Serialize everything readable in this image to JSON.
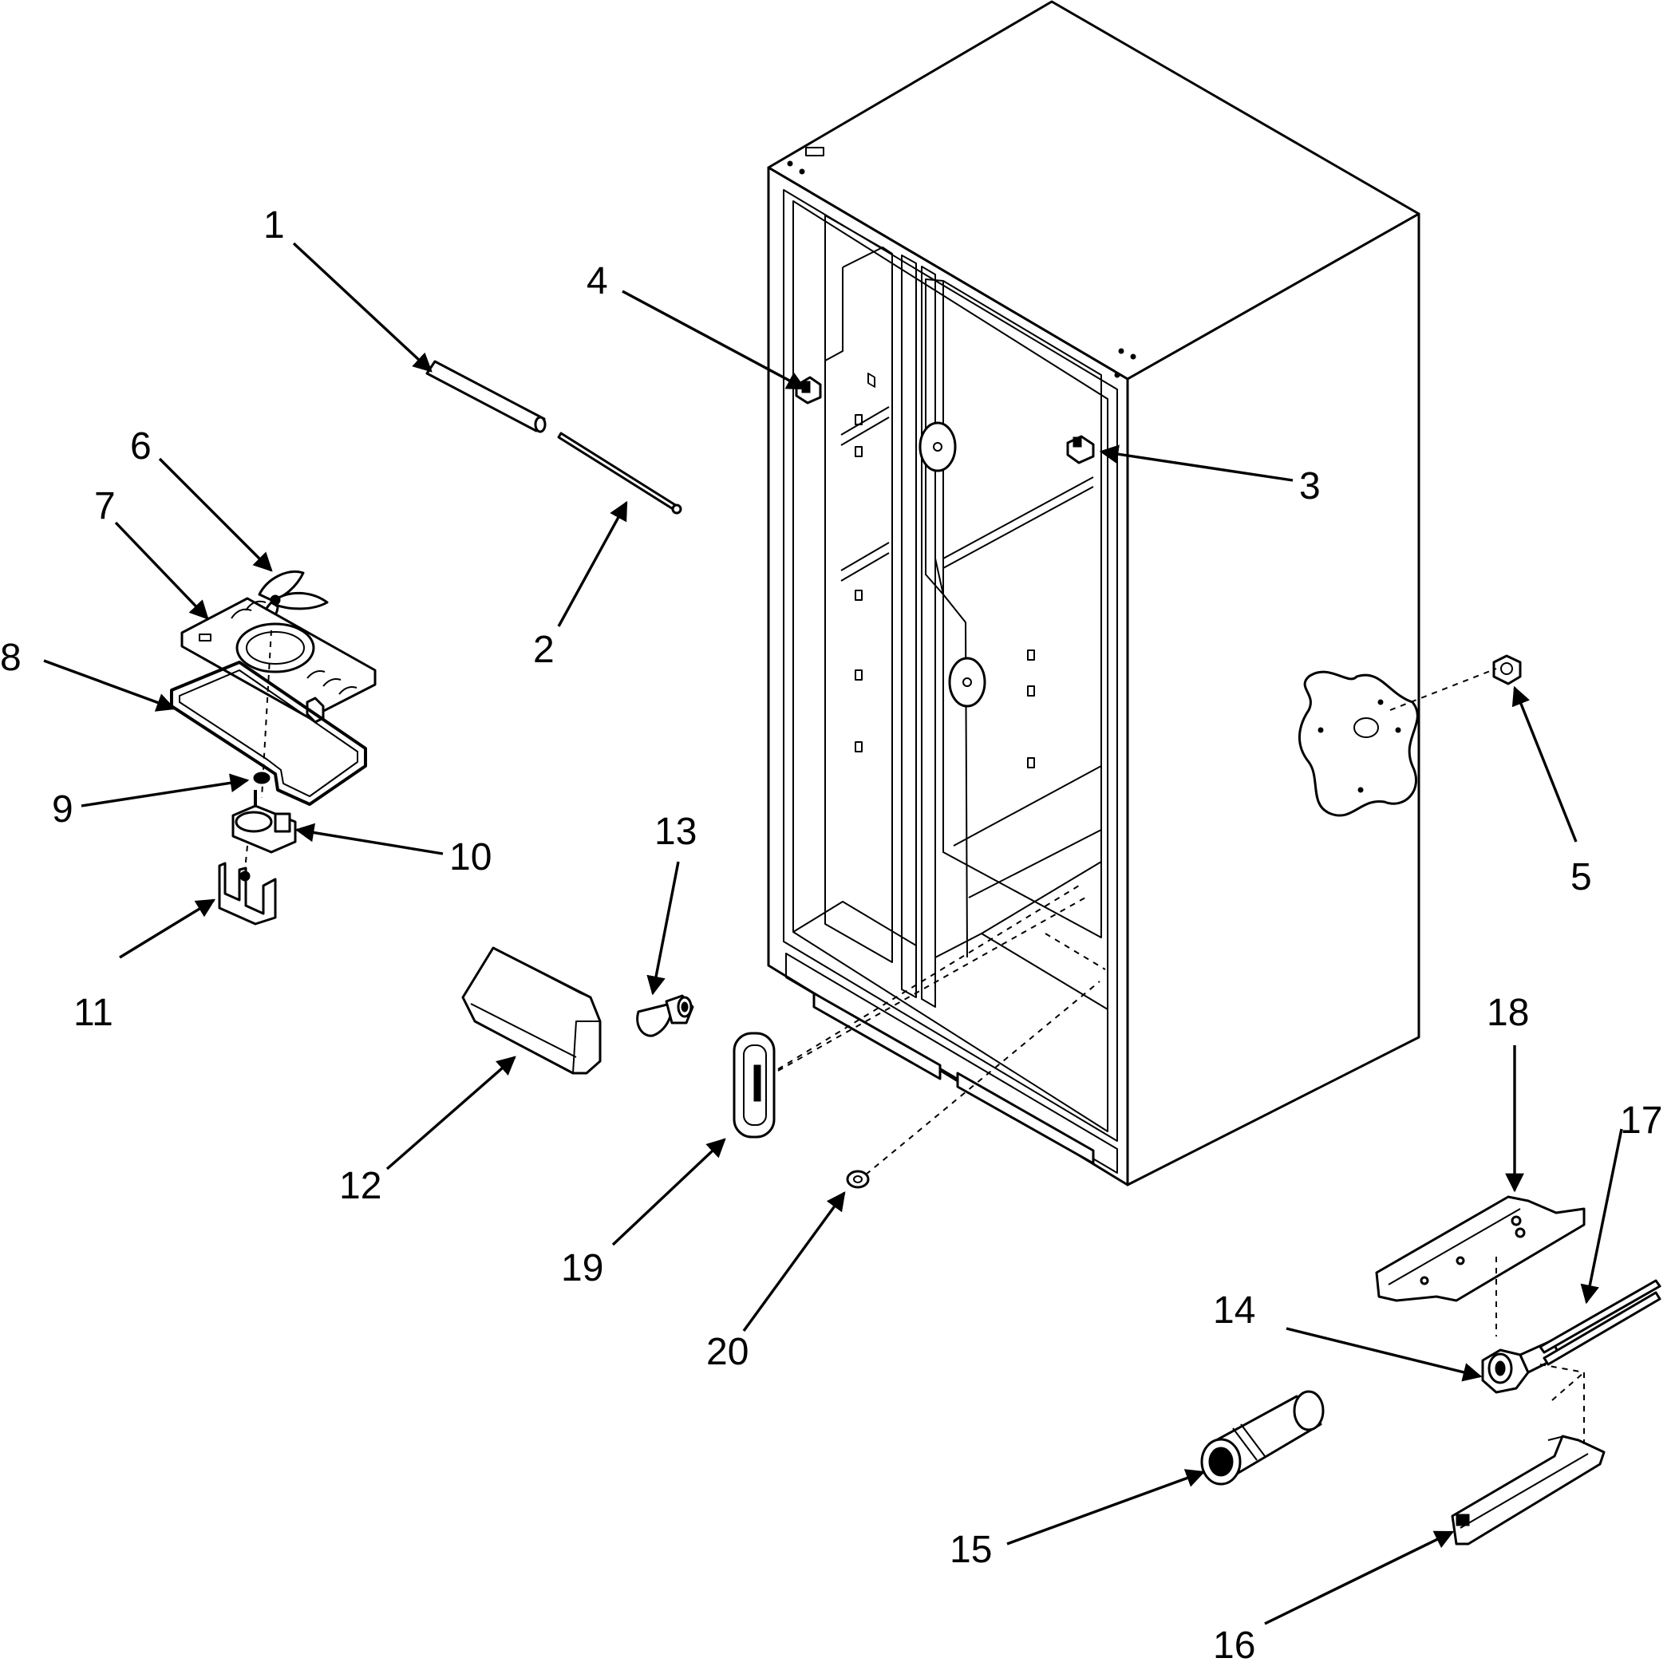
{
  "colors": {
    "line": "#000000",
    "background": "#ffffff",
    "shade": "#dcdcdc"
  },
  "callouts": [
    {
      "id": "1",
      "label": "1"
    },
    {
      "id": "2",
      "label": "2"
    },
    {
      "id": "3",
      "label": "3"
    },
    {
      "id": "4",
      "label": "4"
    },
    {
      "id": "5",
      "label": "5"
    },
    {
      "id": "6",
      "label": "6"
    },
    {
      "id": "7",
      "label": "7"
    },
    {
      "id": "8",
      "label": "8"
    },
    {
      "id": "9",
      "label": "9"
    },
    {
      "id": "10",
      "label": "10"
    },
    {
      "id": "11",
      "label": "11"
    },
    {
      "id": "12",
      "label": "12"
    },
    {
      "id": "13",
      "label": "13"
    },
    {
      "id": "14",
      "label": "14"
    },
    {
      "id": "15",
      "label": "15"
    },
    {
      "id": "16",
      "label": "16"
    },
    {
      "id": "17",
      "label": "17"
    },
    {
      "id": "18",
      "label": "18"
    },
    {
      "id": "19",
      "label": "19"
    },
    {
      "id": "20",
      "label": "20"
    }
  ]
}
